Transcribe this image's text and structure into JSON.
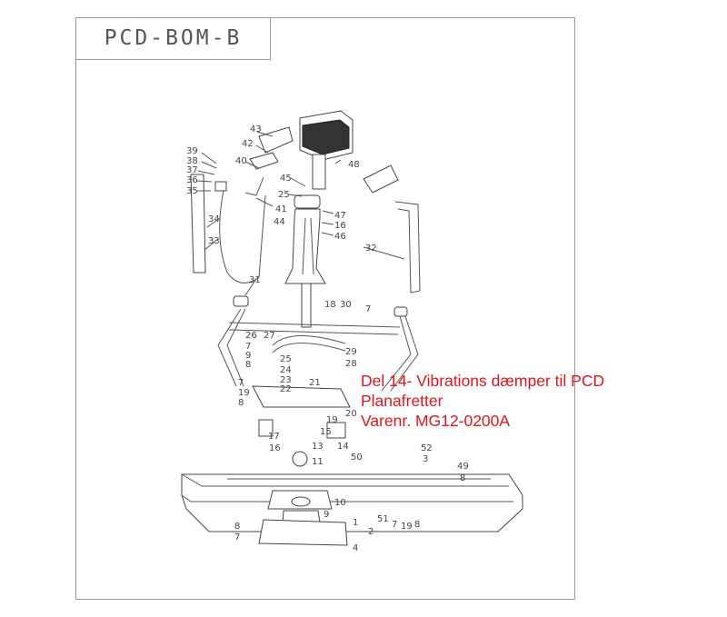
{
  "title": "PCD-BOM-B",
  "note": {
    "line1": "Del 14- Vibrations dæmper til PCD",
    "line2": "Planafretter",
    "line3": "Varenr. MG12-0200A",
    "color": "#e0151b"
  },
  "callouts": [
    "43",
    "42",
    "48",
    "39",
    "38",
    "37",
    "36",
    "35",
    "40",
    "45",
    "25",
    "41",
    "47",
    "16",
    "46",
    "34",
    "44",
    "33",
    "32",
    "31",
    "18",
    "30",
    "7",
    "26",
    "27",
    "29",
    "28",
    "7",
    "9",
    "8",
    "25",
    "24",
    "23",
    "22",
    "21",
    "7",
    "19",
    "8",
    "20",
    "19",
    "17",
    "15",
    "16",
    "14",
    "13",
    "11",
    "50",
    "52",
    "3",
    "49",
    "8",
    "10",
    "9",
    "51",
    "7",
    "19",
    "8",
    "8",
    "7",
    "1",
    "2",
    "4"
  ]
}
